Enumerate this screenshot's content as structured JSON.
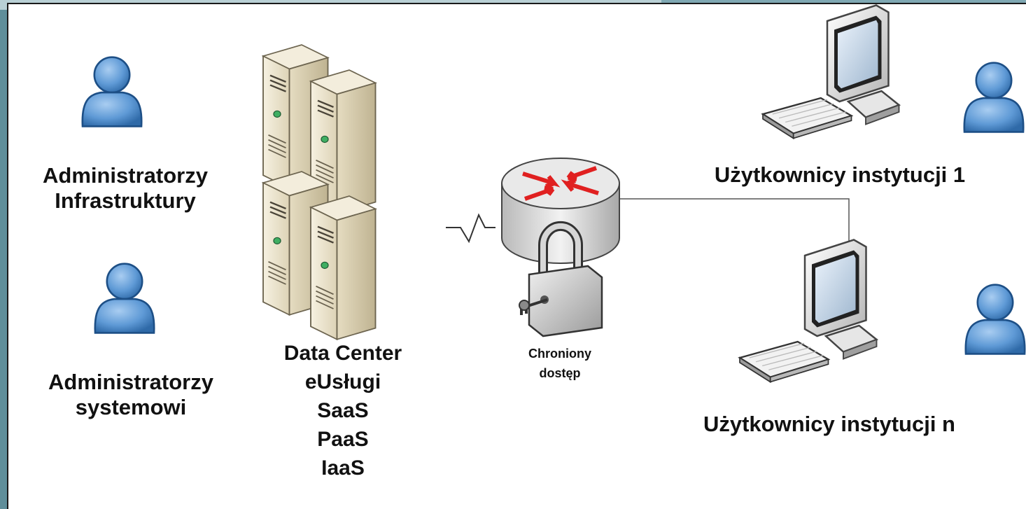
{
  "labels": {
    "admin_infra_line1": "Administratorzy",
    "admin_infra_line2": "Infrastruktury",
    "admin_sys_line1": "Administratorzy",
    "admin_sys_line2": "systemowi",
    "datacenter": [
      "Data Center",
      "eUsługi",
      "SaaS",
      "PaaS",
      "IaaS"
    ],
    "protected_line1": "Chroniony",
    "protected_line2": "dostęp",
    "users_1": "Użytkownicy instytucji 1",
    "users_n": "Użytkownicy instytucji n"
  },
  "icons": {
    "user": "person-icon",
    "server": "server-tower-icon",
    "router": "router-icon",
    "lock": "padlock-icon",
    "workstation": "computer-monitor-icon",
    "keyboard": "keyboard-icon",
    "link": "wan-link-zigzag-icon"
  },
  "colors": {
    "background_frame": "#5f8e9a",
    "canvas": "#ffffff",
    "person_blue": "#5f9ad6",
    "server_beige": "#ece5cf",
    "router_arrow_red": "#e02020",
    "lock_gray": "#c9c9c9"
  }
}
